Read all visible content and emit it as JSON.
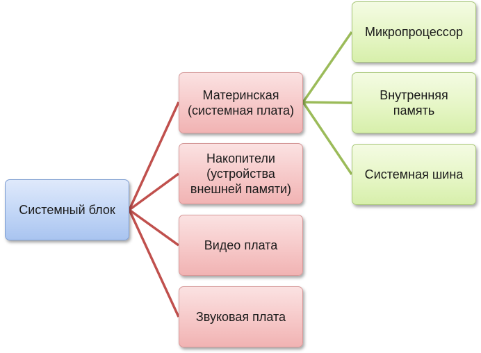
{
  "diagram": {
    "root": {
      "label": "Системный блок"
    },
    "components": [
      {
        "id": "motherboard",
        "label": "Материнская\n(системная плата)"
      },
      {
        "id": "storage",
        "label": "Накопители\n(устройства\nвнешней памяти)"
      },
      {
        "id": "video",
        "label": "Видео плата"
      },
      {
        "id": "sound",
        "label": "Звуковая плата"
      }
    ],
    "motherboard_parts": [
      {
        "id": "cpu",
        "label": "Микропроцессор"
      },
      {
        "id": "memory",
        "label": "Внутренняя\nпамять"
      },
      {
        "id": "bus",
        "label": "Системная шина"
      }
    ]
  },
  "colors": {
    "root_connector": "#c0504d",
    "leaf_connector": "#9bbb59"
  }
}
